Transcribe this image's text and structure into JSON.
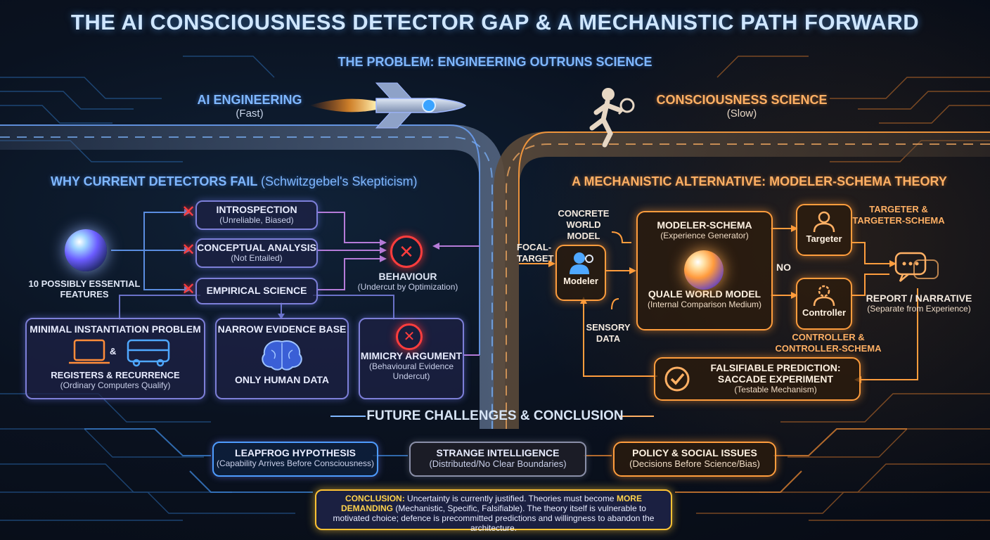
{
  "title": "THE AI CONSCIOUSNESS DETECTOR GAP & A MECHANISTIC PATH FORWARD",
  "problem": {
    "heading": "THE PROBLEM: ENGINEERING OUTRUNS SCIENCE",
    "left_title": "AI ENGINEERING",
    "left_sub": "(Fast)",
    "right_title": "CONSCIOUSNESS SCIENCE",
    "right_sub": "(Slow)"
  },
  "why_fail": {
    "heading": "WHY CURRENT DETECTORS FAIL",
    "heading_paren": "(Schwitzgebel's Skepticism)",
    "features_label": "10 POSSIBLY ESSENTIAL FEATURES",
    "introspection": {
      "title": "INTROSPECTION",
      "sub": "(Unreliable, Biased)"
    },
    "conceptual": {
      "title": "CONCEPTUAL ANALYSIS",
      "sub": "(Not Entailed)"
    },
    "empirical": {
      "title": "EMPIRICAL SCIENCE"
    },
    "behaviour": {
      "title": "BEHAVIOUR",
      "sub": "(Undercut by Optimization)"
    },
    "minimal": {
      "title": "MINIMAL INSTANTIATION PROBLEM",
      "amp": "&",
      "line1": "REGISTERS & RECURRENCE",
      "line2": "(Ordinary Computers Qualify)"
    },
    "narrow": {
      "title": "NARROW EVIDENCE BASE",
      "line1": "ONLY HUMAN DATA"
    },
    "mimicry": {
      "title": "MIMICRY ARGUMENT",
      "sub": "(Behavioural Evidence Undercut)"
    }
  },
  "mechanistic": {
    "heading": "A MECHANISTIC ALTERNATIVE: MODELER-SCHEMA THEORY",
    "concrete": "CONCRETE WORLD MODEL",
    "focal": "FOCAL-TARGET",
    "sensory": "SENSORY DATA",
    "modeler": "Modeler",
    "schema_title": "MODELER-SCHEMA",
    "schema_sub": "(Experience Generator)",
    "quale_title": "QUALE WORLD MODEL",
    "quale_sub": "(Internal Comparison Medium)",
    "no": "NO",
    "targeter": "Targeter",
    "targeter_label": "TARGETER & TARGETER-SCHEMA",
    "controller": "Controller",
    "controller_label": "CONTROLLER & CONTROLLER-SCHEMA",
    "report_title": "REPORT / NARRATIVE",
    "report_sub": "(Separate from Experience)",
    "falsifiable_title": "FALSIFIABLE PREDICTION: SACCADE EXPERIMENT",
    "falsifiable_sub": "(Testable Mechanism)"
  },
  "future": {
    "heading": "FUTURE CHALLENGES & CONCLUSION",
    "leapfrog_title": "LEAPFROG HYPOTHESIS",
    "leapfrog_sub": "(Capability Arrives Before Consciousness)",
    "strange_title": "STRANGE INTELLIGENCE",
    "strange_sub": "(Distributed/No Clear Boundaries)",
    "policy_title": "POLICY & SOCIAL ISSUES",
    "policy_sub": "(Decisions Before Science/Bias)",
    "conclusion_label": "CONCLUSION:",
    "conclusion_a": "Uncertainty is currently justified. Theories must become",
    "conclusion_more": "MORE DEMANDING",
    "conclusion_b": "(Mechanistic, Specific, Falsifiable). The theory itself is vulnerable to motivated choice; defence is precommitted predictions and willingness to abandon the architecture."
  },
  "colors": {
    "blue": "#7fb7ff",
    "orange": "#ff9d3d",
    "red": "#ff3d3d",
    "purple": "#7d7fd8"
  },
  "icons": [
    "rocket-icon",
    "runner-icon",
    "magnifier-icon",
    "laptop-icon",
    "bus-icon",
    "brain-icon",
    "check-icon",
    "chat-icon",
    "person-icon",
    "gear-person-icon",
    "x-icon"
  ]
}
